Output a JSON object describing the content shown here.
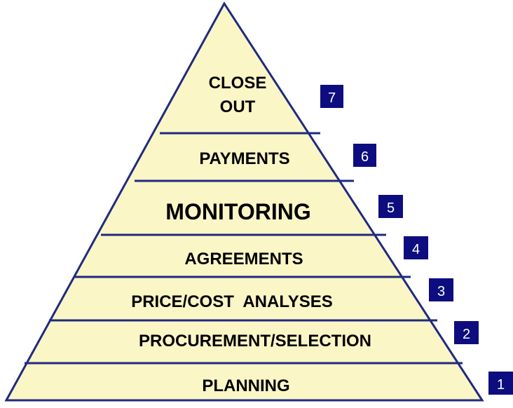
{
  "levels": [
    {
      "id": "close-out",
      "lines": [
        "CLOSE",
        "OUT"
      ],
      "number": "7"
    },
    {
      "id": "payments",
      "lines": [
        "PAYMENTS"
      ],
      "number": "6"
    },
    {
      "id": "monitoring",
      "lines": [
        "MONITORING"
      ],
      "number": "5"
    },
    {
      "id": "agreements",
      "lines": [
        "AGREEMENTS"
      ],
      "number": "4"
    },
    {
      "id": "price-cost",
      "lines": [
        "PRICE/COST  ANALYSES"
      ],
      "number": "3"
    },
    {
      "id": "procurement",
      "lines": [
        "PROCUREMENT/SELECTION"
      ],
      "number": "2"
    },
    {
      "id": "planning",
      "lines": [
        "PLANNING"
      ],
      "number": "1"
    }
  ],
  "colors": {
    "fill": "#fbf6c6",
    "outline": "#1f2a80",
    "badge": "#0d0d80",
    "badge_text": "#ffffff",
    "text": "#000000"
  }
}
